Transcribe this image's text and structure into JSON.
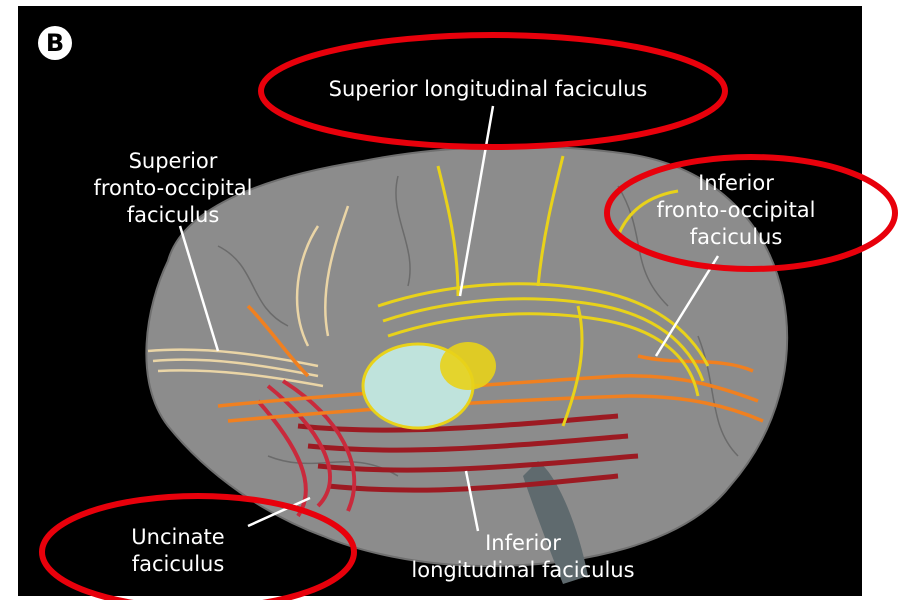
{
  "panel_letter": "B",
  "labels": {
    "slf": "Superior longitudinal faciculus",
    "sfof": [
      "Superior",
      "fronto-occipital",
      "faciculus"
    ],
    "ifof": [
      "Inferior",
      "fronto-occipital",
      "faciculus"
    ],
    "unc": [
      "Uncinate",
      "faciculus"
    ],
    "ilf": [
      "Inferior",
      "longitudinal faciculus"
    ]
  },
  "colors": {
    "background": "#000000",
    "brain": "#8c8c8c",
    "highlight_ellipse": "#e8000b",
    "slf_tract": "#e8d21a",
    "sfof_tract": "#f0d9a8",
    "ifof_tract": "#f08020",
    "ilf_tract": "#9c1a22",
    "unc_tract": "#c92a3c"
  }
}
